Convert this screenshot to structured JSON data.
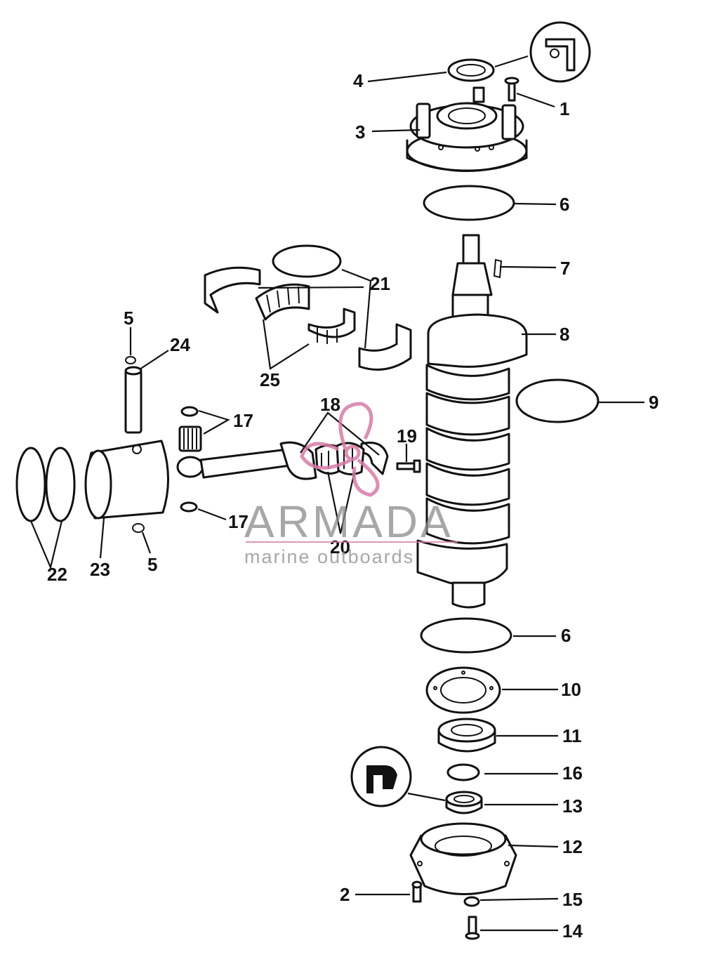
{
  "watermark": {
    "brand": "ARMADA",
    "tagline": "marine outboards",
    "accent_color": "#d97aa6"
  },
  "callouts": {
    "c1": "1",
    "c2": "2",
    "c3": "3",
    "c4": "4",
    "c5a": "5",
    "c5b": "5",
    "c6a": "6",
    "c6b": "6",
    "c7": "7",
    "c8": "8",
    "c9": "9",
    "c10": "10",
    "c11": "11",
    "c12": "12",
    "c13": "13",
    "c14": "14",
    "c15": "15",
    "c16": "16",
    "c17a": "17",
    "c17b": "17",
    "c18": "18",
    "c19": "19",
    "c20": "20",
    "c21": "21",
    "c22": "22",
    "c23": "23",
    "c24": "24",
    "c25": "25"
  }
}
